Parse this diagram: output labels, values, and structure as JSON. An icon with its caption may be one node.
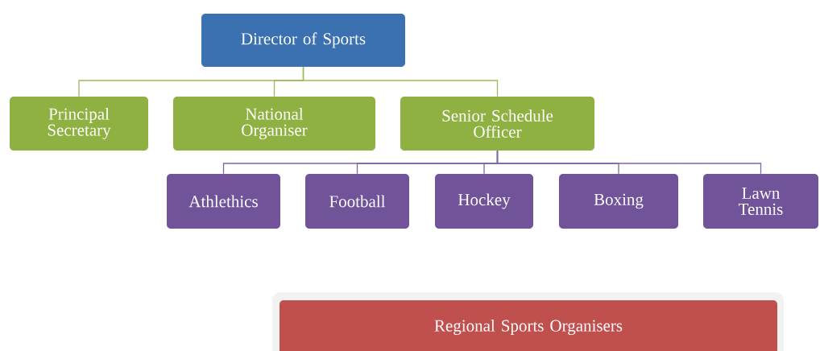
{
  "diagram": {
    "nodes": [
      {
        "text": [
          "Director of Sports"
        ]
      },
      {
        "text": [
          "Principal Secretary"
        ]
      },
      {
        "text": [
          "National Organiser"
        ]
      },
      {
        "text": [
          "Senior Schedule Officer"
        ]
      },
      {
        "text": [
          "Athlethics"
        ]
      },
      {
        "text": [
          "Football"
        ]
      },
      {
        "text": [
          "Hockey"
        ]
      },
      {
        "text": [
          "Boxing"
        ]
      },
      {
        "text": [
          "Lawn Tennis"
        ]
      },
      {
        "text": [
          "Regional Sports Organisers"
        ]
      }
    ],
    "edges": [
      {
        "from": 0,
        "to": 1,
        "arrow": "none",
        "color": "#9bbb59"
      },
      {
        "from": 0,
        "to": 2,
        "arrow": "none",
        "color": "#9bbb59"
      },
      {
        "from": 0,
        "to": 3,
        "arrow": "none",
        "color": "#9bbb59"
      },
      {
        "from": 3,
        "to": 4,
        "arrow": "none"
      },
      {
        "from": 3,
        "to": 5,
        "arrow": "none"
      },
      {
        "from": 3,
        "to": 6,
        "arrow": "none"
      },
      {
        "from": 3,
        "to": 7,
        "arrow": "none"
      },
      {
        "from": 3,
        "to": 8,
        "arrow": "none"
      }
    ]
  }
}
